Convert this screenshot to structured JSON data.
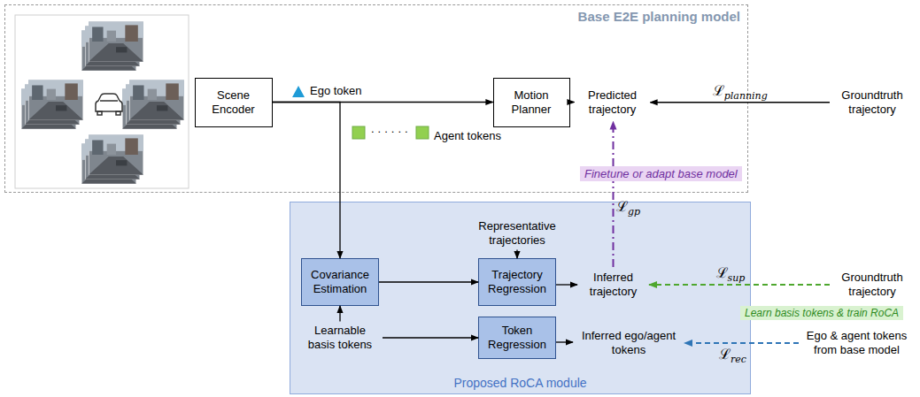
{
  "diagram": {
    "nodes": [
      {
        "text": [
          "Base E2E planning model"
        ]
      },
      {
        "text": [
          "Scene Encoder"
        ],
        "in": 0
      },
      {
        "text": [
          "Motion Planner"
        ],
        "in": 0
      },
      {
        "text": [
          "Predicted trajectory"
        ],
        "in": 0
      },
      {
        "text": [
          "Groundtruth trajectory"
        ]
      },
      {
        "text": [
          "Proposed RoCA module"
        ]
      },
      {
        "text": [
          "Representative trajectories"
        ],
        "in": 5
      },
      {
        "text": [
          "Covariance Estimation"
        ],
        "in": 5
      },
      {
        "text": [
          "Trajectory Regression"
        ],
        "in": 5
      },
      {
        "text": [
          "Inferred trajectory"
        ],
        "in": 5
      },
      {
        "text": [
          "Groundtruth trajectory"
        ]
      },
      {
        "text": [
          "Learnable basis tokens"
        ],
        "in": 5
      },
      {
        "text": [
          "Token Regression"
        ],
        "in": 5
      },
      {
        "text": [
          "Inferred ego/agent tokens"
        ],
        "in": 5
      },
      {
        "text": [
          "Ego & agent tokens from base model"
        ]
      }
    ],
    "edges": [
      {
        "from": 1,
        "to": 2,
        "arrow": "to"
      },
      {
        "from": 2,
        "to": 3,
        "arrow": "to"
      },
      {
        "from": 4,
        "to": 3,
        "arrow": "to",
        "label": "ℒplanning"
      },
      {
        "from": 1,
        "to": 7,
        "arrow": "to"
      },
      {
        "from": 6,
        "to": 8,
        "arrow": "to"
      },
      {
        "from": 7,
        "to": 8,
        "arrow": "to"
      },
      {
        "from": 8,
        "to": 9,
        "arrow": "to"
      },
      {
        "from": 10,
        "to": 9,
        "arrow": "to",
        "label": "ℒsup"
      },
      {
        "from": 11,
        "to": 7,
        "arrow": "to"
      },
      {
        "from": 11,
        "to": 12,
        "arrow": "to"
      },
      {
        "from": 12,
        "to": 13,
        "arrow": "to"
      },
      {
        "from": 14,
        "to": 13,
        "arrow": "to",
        "label": "ℒrec"
      },
      {
        "from": 9,
        "to": 3,
        "arrow": "to",
        "label": "ℒgp"
      }
    ],
    "labels": [
      "Ego token",
      "......",
      "Agent tokens",
      "Finetune or adapt base model",
      "Learn basis tokens & train RoCA"
    ]
  }
}
